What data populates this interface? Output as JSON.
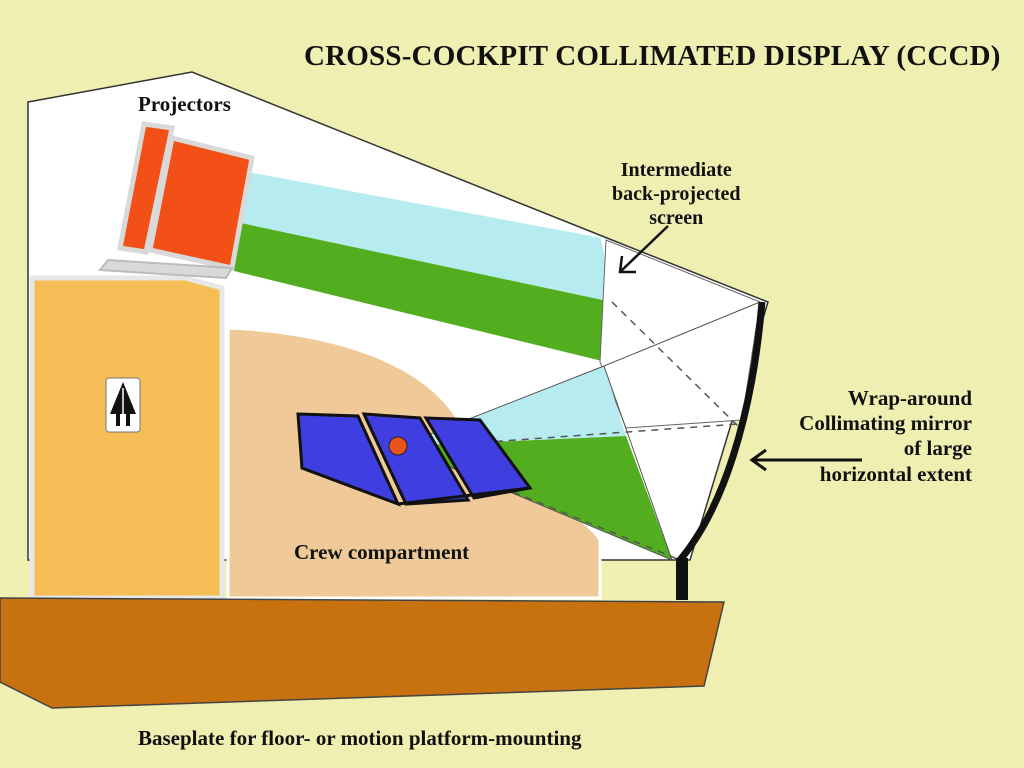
{
  "title": "CROSS-COCKPIT COLLIMATED DISPLAY (CCCD)",
  "labels": {
    "projectors": "Projectors",
    "screen": [
      "Intermediate",
      "back-projected",
      "screen"
    ],
    "mirror": [
      "Wrap-around",
      "Collimating mirror",
      "of large",
      "horizontal extent"
    ],
    "crew": "Crew compartment",
    "baseplate": "Baseplate for floor- or motion platform-mounting"
  },
  "colors": {
    "background": "#eeefb0",
    "housing": "#ffffff",
    "projector": "#f25016",
    "light_cyan": "#b6ecef",
    "green": "#52ad1f",
    "cabinet": "#f5bd55",
    "crew": "#efc997",
    "cockpit": "#3f3ee0",
    "baseplate": "#c7720f",
    "eye": "#e8541a"
  },
  "icons": [
    "logo-icon",
    "eye-point-icon"
  ]
}
